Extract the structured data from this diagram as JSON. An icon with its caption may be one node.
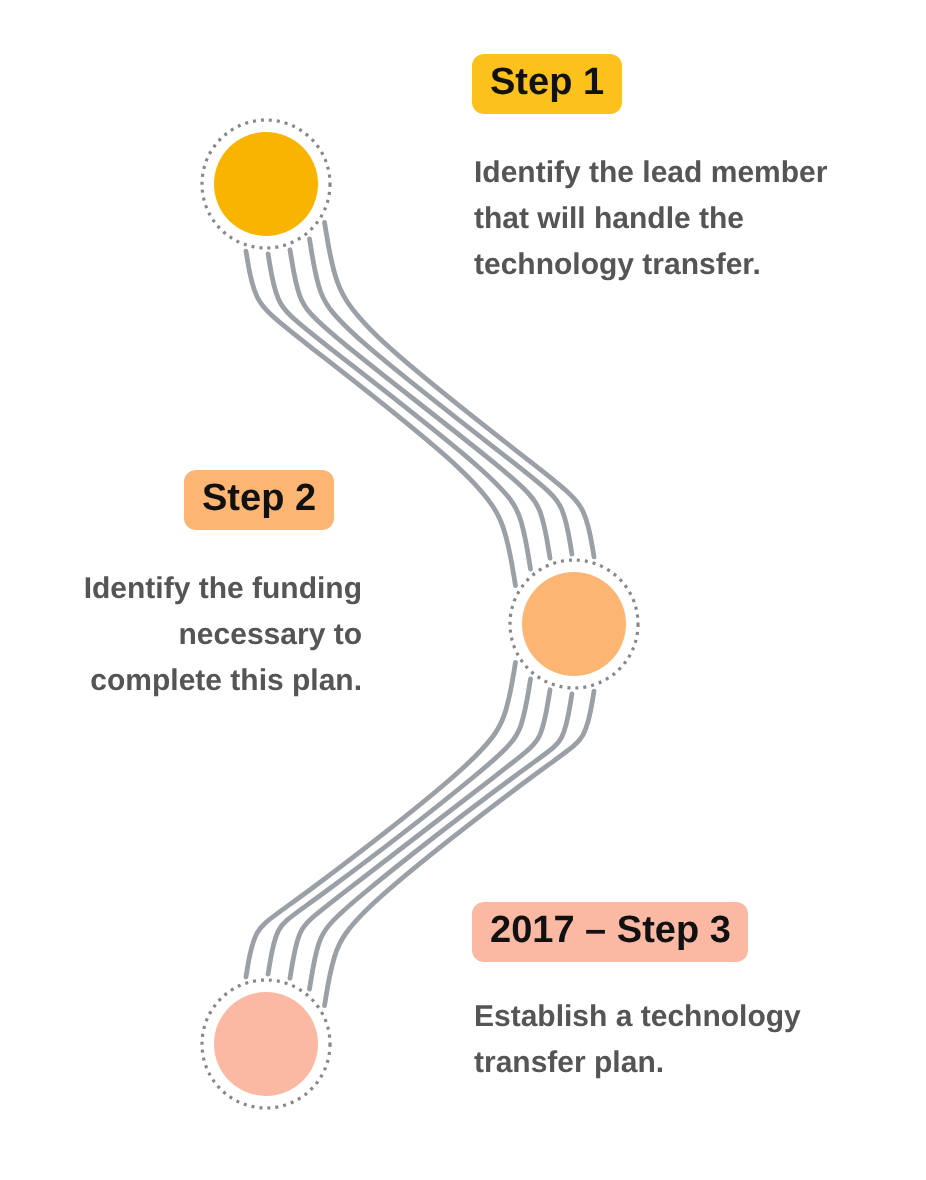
{
  "diagram": {
    "nodes": [
      {
        "text": [],
        "shape": "circle"
      },
      {
        "text": [
          "Step 1"
        ],
        "beside": [
          "Identify the lead member that will handle the technology transfer."
        ]
      },
      {
        "text": [
          "Step 2"
        ],
        "beside": [
          "Identify the funding necessary to complete this plan."
        ]
      },
      {
        "text": [],
        "shape": "circle"
      },
      {
        "text": [
          "2017 – Step 3"
        ],
        "beside": [
          "Establish a technology transfer plan."
        ]
      },
      {
        "text": [],
        "shape": "circle"
      }
    ],
    "edges": [
      {
        "from": 0,
        "to": 3,
        "arrow": "none"
      },
      {
        "from": 3,
        "to": 5,
        "arrow": "none"
      }
    ]
  }
}
